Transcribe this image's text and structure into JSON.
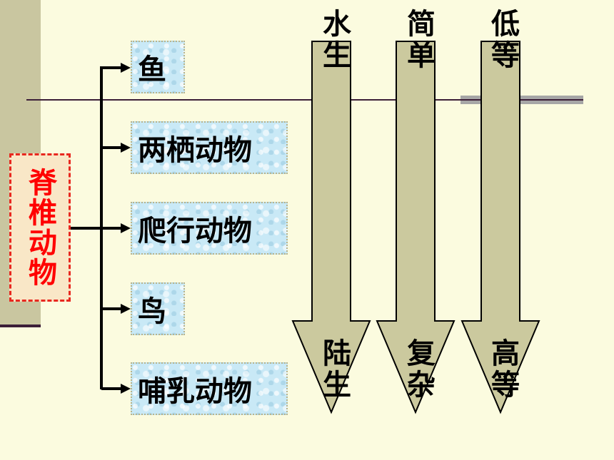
{
  "root": {
    "label": "脊椎动物"
  },
  "classes": [
    "鱼",
    "两栖动物",
    "爬行动物",
    "鸟",
    "哺乳动物"
  ],
  "trends": [
    {
      "top": "水生",
      "bottom": "陆生"
    },
    {
      "top": "简单",
      "bottom": "复杂"
    },
    {
      "top": "低等",
      "bottom": "高等"
    }
  ],
  "colors": {
    "background": "#fbfbdf",
    "arrow_fill": "#cbc99e",
    "root_text": "#ff0000",
    "box_fill": "#c9e9f6"
  }
}
